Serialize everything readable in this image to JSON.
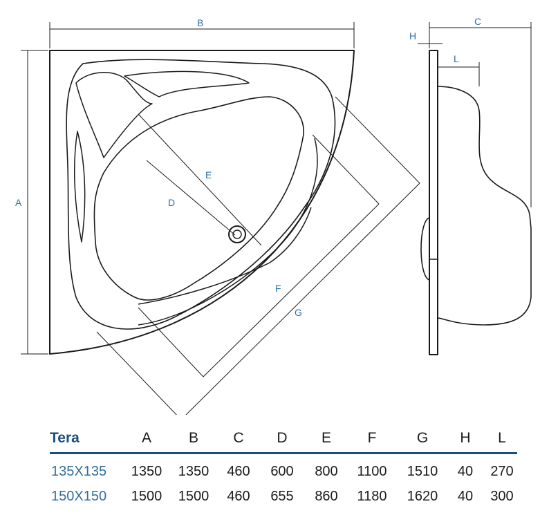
{
  "drawing": {
    "dimension_labels": {
      "A": "A",
      "B": "B",
      "C": "C",
      "D": "D",
      "E": "E",
      "F": "F",
      "G": "G",
      "H": "H",
      "L": "L"
    },
    "colors": {
      "line": "#1a1a1a",
      "dimension": "#2f6f9f",
      "accent": "#1e4e7c"
    }
  },
  "table": {
    "title": "Tera",
    "columns": [
      "A",
      "B",
      "C",
      "D",
      "E",
      "F",
      "G",
      "H",
      "L"
    ],
    "rows": [
      {
        "model": "135X135",
        "values": [
          "1350",
          "1350",
          "460",
          "600",
          "800",
          "1100",
          "1510",
          "40",
          "270"
        ]
      },
      {
        "model": "150X150",
        "values": [
          "1500",
          "1500",
          "460",
          "655",
          "860",
          "1180",
          "1620",
          "40",
          "300"
        ]
      }
    ]
  }
}
